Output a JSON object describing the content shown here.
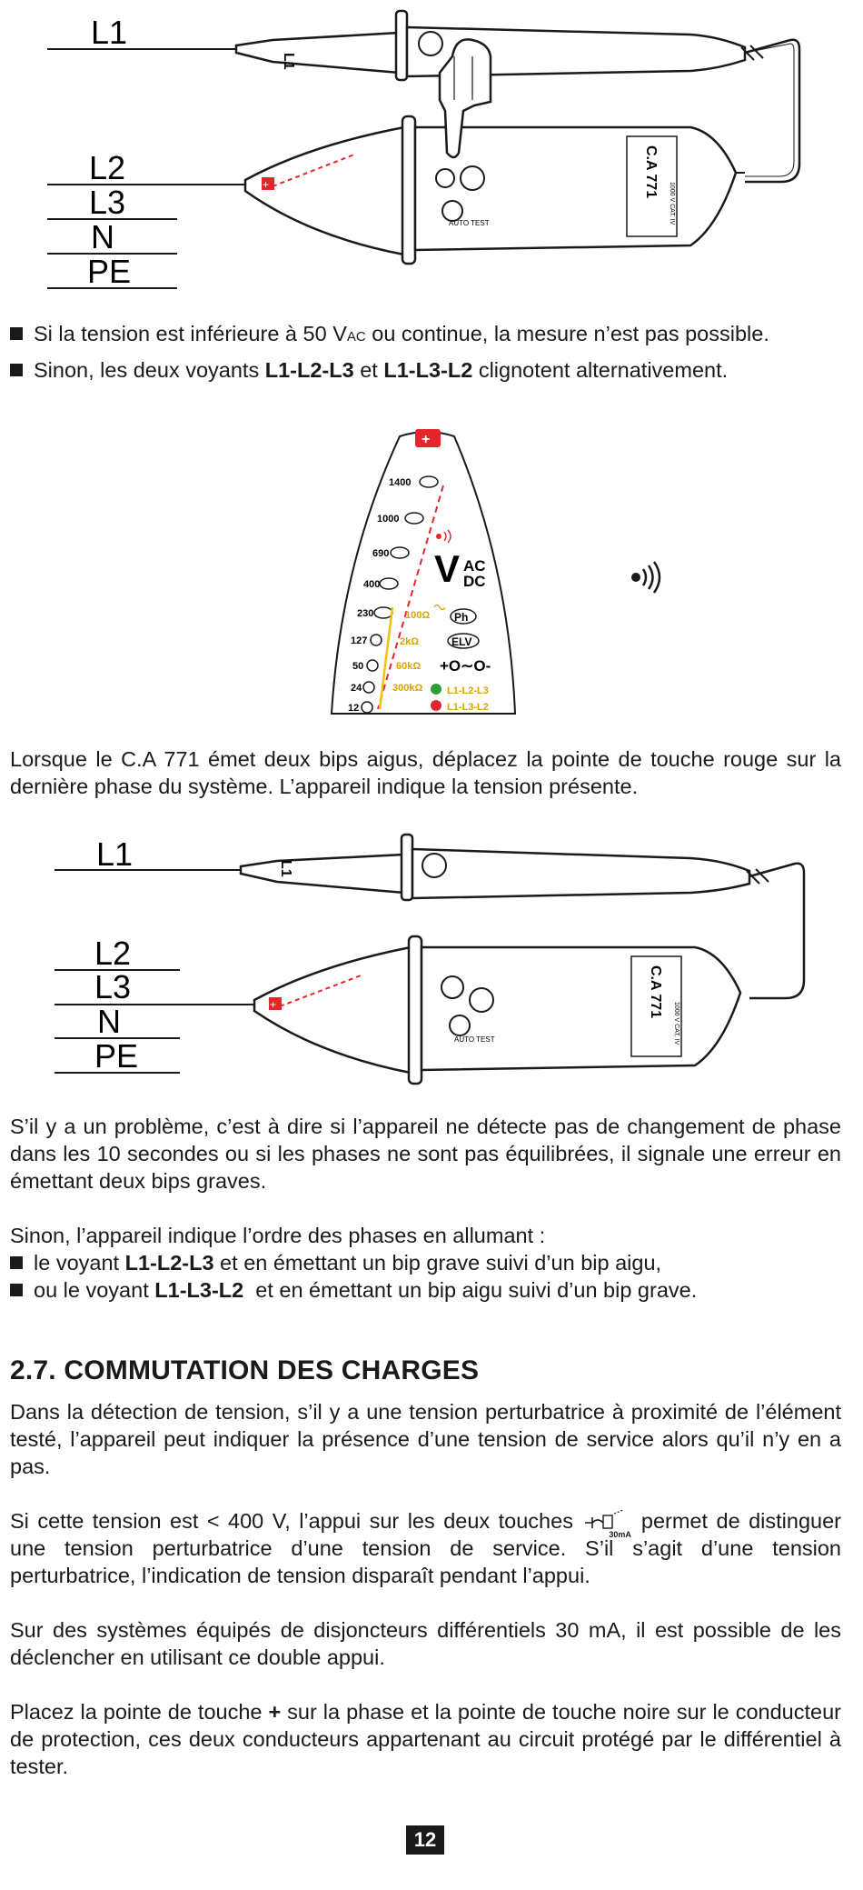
{
  "figure1": {
    "wires": [
      "L1",
      "L2",
      "L3",
      "N",
      "PE"
    ],
    "probe_label": "L1",
    "device_model": "C.A 771",
    "device_rating": "1000 V CAT. IV",
    "auto_test": "AUTO TEST"
  },
  "bullets1": [
    {
      "pre": "Si la tension est inférieure à 50 V",
      "sub": "AC",
      "post": " ou continue, la mesure n’est pas possible."
    },
    {
      "pre": "Sinon, les deux voyants ",
      "b1": "L1-L2-L3",
      "mid": " et ",
      "b2": "L1-L3-L2",
      "post": " clignotent alternativement."
    }
  ],
  "panel": {
    "plus": "+",
    "voltages": [
      "1400",
      "1000",
      "690",
      "400",
      "230",
      "127",
      "50",
      "24",
      "12"
    ],
    "v_main": "V",
    "v_ac": "AC",
    "v_dc": "DC",
    "ohms": [
      "100Ω",
      "2kΩ",
      "60kΩ",
      "300kΩ"
    ],
    "ph": "Ph",
    "elv": "ELV",
    "phase_symbol": "+O∼O-",
    "leds": [
      "L1-L2-L3",
      "L1-L3-L2"
    ],
    "colors": {
      "red": "#e3262b",
      "yellow": "#f2c200",
      "green": "#2e9e3a"
    }
  },
  "para1": "Lorsque le C.A 771 émet deux bips aigus, déplacez la pointe de touche rouge sur la dernière phase du système. L’appareil indique la tension présente.",
  "para2": "S’il y a un problème, c’est à dire si l’appareil ne détecte pas de changement de phase dans les 10 secondes ou si les phases ne sont pas équilibrées, il signale une erreur en émettant deux bips graves.",
  "para3": "Sinon, l’appareil indique l’ordre des phases en allumant :",
  "bullets2": [
    {
      "pre": "le voyant ",
      "b": "L1-L2-L3",
      "post": " et en émettant un bip grave suivi d’un bip aigu,"
    },
    {
      "pre": "ou le voyant ",
      "b": "L1-L3-L2",
      "post": "  et en émettant un bip aigu suivi d’un bip grave."
    }
  ],
  "section_title": "2.7. COMMUTATION DES CHARGES",
  "para4": "Dans la détection de tension, s’il y a une tension perturbatrice à proximité de l’élément testé, l’appareil peut indiquer la présence d’une tension de service alors qu’il n’y en a pas.",
  "para5_pre": "Si cette tension est < 400 V, l’appui sur les deux touches",
  "para5_icon": "30mA",
  "para5_post": "permet de distinguer une tension perturbatrice d’une tension de service. S’il s’agit d’une tension perturbatrice, l’indication de tension disparaît pendant l’appui.",
  "para6": "Sur des systèmes équipés de disjoncteurs différentiels 30 mA, il est possible de les déclencher en utilisant ce double appui.",
  "para7_pre": "Placez la pointe de touche ",
  "para7_b": "+",
  "para7_post": " sur la phase et la pointe de touche noire sur le conducteur de protection, ces deux conducteurs appartenant au circuit protégé par le différentiel à tester.",
  "page_number": "12"
}
